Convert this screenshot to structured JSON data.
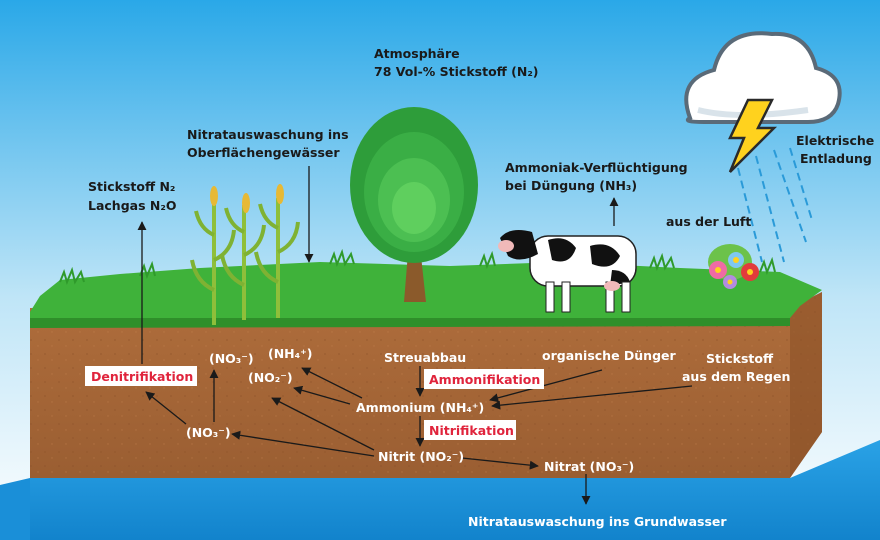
{
  "labels": {
    "atmosphere_line1": "Atmosphäre",
    "atmosphere_line2": "78 Vol-% Stickstoff (N₂)",
    "nitrate_surface_line1": "Nitratauswaschung ins",
    "nitrate_surface_line2": "Oberflächengewässer",
    "gas_line1": "Stickstoff N₂",
    "gas_line2": "Lachgas N₂O",
    "ammonia_line1": "Ammoniak-Verflüchtigung",
    "ammonia_line2": "bei Düngung (NH₃)",
    "from_air": "aus der Luft",
    "lightning_line1": "Elektrische",
    "lightning_line2": "Entladung",
    "no3_upper": "(NO₃⁻)",
    "nh4_upper": "(NH₄⁺)",
    "no2_upper": "(NO₂⁻)",
    "no3_lower": "(NO₃⁻)",
    "litter": "Streuabbau",
    "organic_fertilizer": "organische Dünger",
    "rain_line1": "Stickstoff",
    "rain_line2": "aus dem Regen",
    "ammonium": "Ammonium (NH₄⁺)",
    "nitrite": "Nitrit (NO₂⁻)",
    "nitrate": "Nitrat (NO₃⁻)",
    "groundwater": "Nitratauswaschung ins Grundwasser"
  },
  "processes": {
    "denitrification": "Denitrifikation",
    "ammonification": "Ammonifikation",
    "nitrification": "Nitrifikation"
  },
  "colors": {
    "sky_top": "#2aa8e8",
    "sky_bottom": "#ffffff",
    "grass": "#3fb23a",
    "soil": "#a8683a",
    "groundwater": "#1a8fd8",
    "process_text": "#e0243c",
    "lightning": "#ffd21e"
  }
}
